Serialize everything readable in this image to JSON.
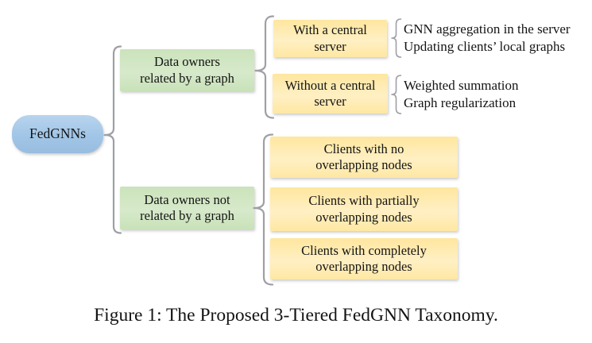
{
  "figure": {
    "root": {
      "label": "FedGNNs"
    },
    "tier1": [
      {
        "label": "Data owners\nrelated by a graph"
      },
      {
        "label": "Data owners not\nrelated by a graph"
      }
    ],
    "server_branch": [
      {
        "label": "With a central\nserver",
        "methods": [
          "GNN aggregation in the server",
          "Updating clients’ local graphs"
        ]
      },
      {
        "label": "Without a central\nserver",
        "methods": [
          "Weighted summation",
          "Graph regularization"
        ]
      }
    ],
    "overlap_branch": [
      {
        "label": "Clients with no\noverlapping nodes"
      },
      {
        "label": "Clients with partially\noverlapping nodes"
      },
      {
        "label": "Clients with completely\noverlapping nodes"
      }
    ],
    "caption": "Figure 1: The Proposed 3-Tiered FedGNN Taxonomy."
  },
  "colors": {
    "bg": "#ffffff",
    "root_fill": "#9DC3E6",
    "tier1_fill": "#C5E0B4",
    "tier2_fill": "#FFE599",
    "brace": "#9FA0A6",
    "text": "#141414"
  }
}
